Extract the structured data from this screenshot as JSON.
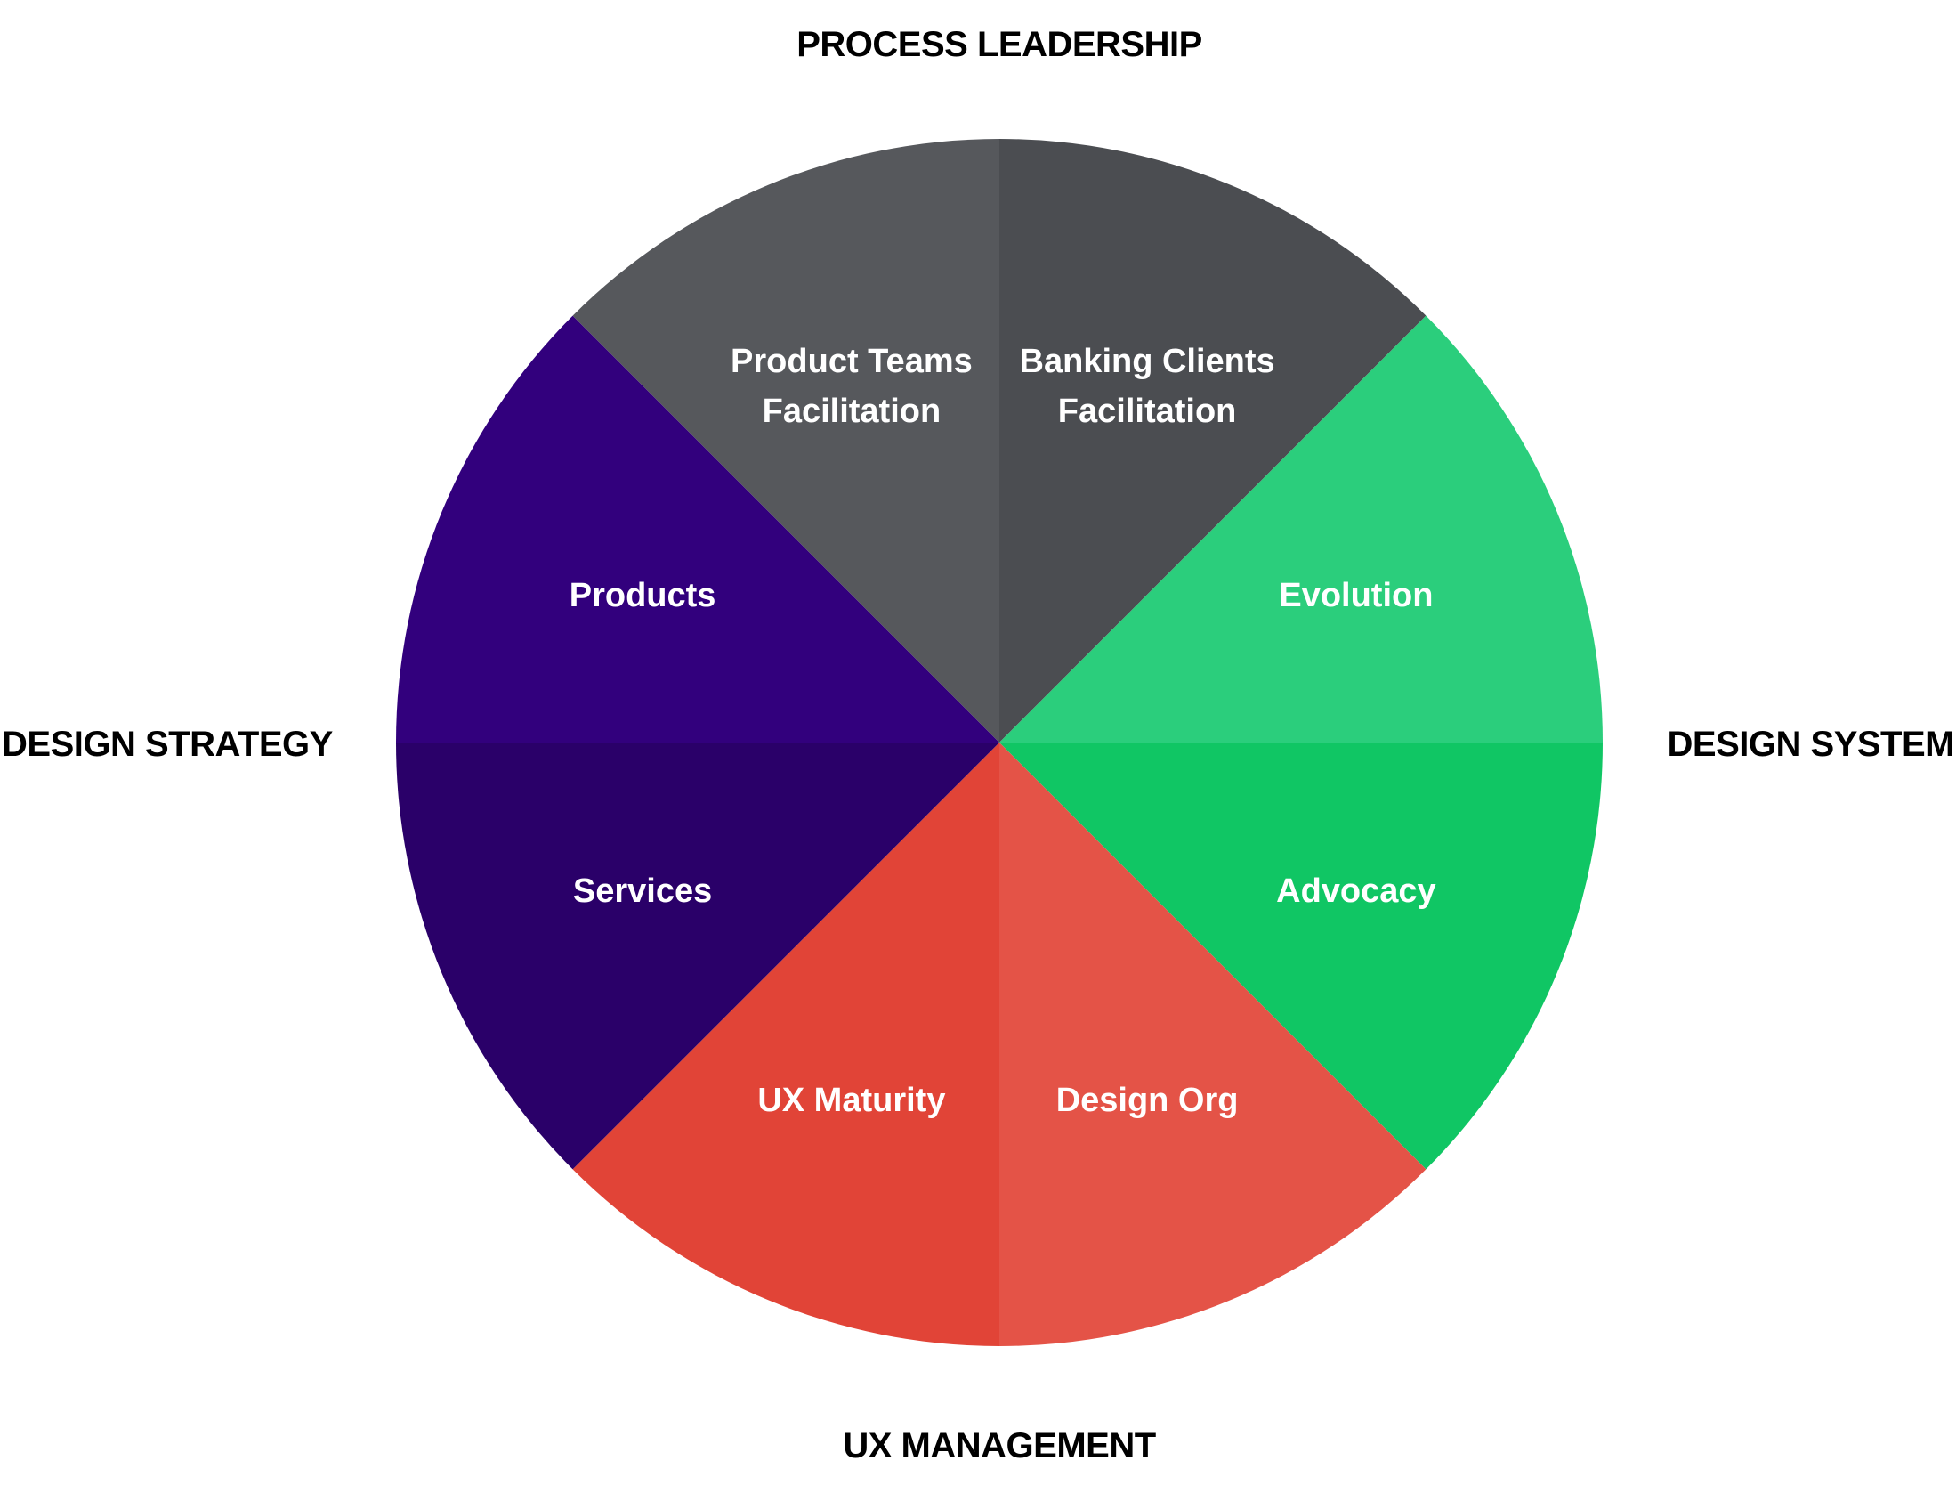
{
  "wheel": {
    "areas": [
      {
        "id": "process-leadership",
        "label": "PROCESS LEADERSHIP"
      },
      {
        "id": "design-system",
        "label": "DESIGN SYSTEM"
      },
      {
        "id": "ux-management",
        "label": "UX MANAGEMENT"
      },
      {
        "id": "design-strategy",
        "label": "DESIGN STRATEGY"
      }
    ],
    "segments": [
      {
        "area": "process-leadership",
        "lines": [
          "Banking Clients",
          "Facilitation"
        ],
        "color": "#4b4d51"
      },
      {
        "area": "design-system",
        "lines": [
          "Evolution"
        ],
        "color": "#2bce7c"
      },
      {
        "area": "design-system",
        "lines": [
          "Advocacy"
        ],
        "color": "#10c664"
      },
      {
        "area": "ux-management",
        "lines": [
          "Design Org"
        ],
        "color": "#e45347"
      },
      {
        "area": "ux-management",
        "lines": [
          "UX Maturity"
        ],
        "color": "#e14437"
      },
      {
        "area": "design-strategy",
        "lines": [
          "Services"
        ],
        "color": "#2a0069"
      },
      {
        "area": "design-strategy",
        "lines": [
          "Products"
        ],
        "color": "#32007d"
      },
      {
        "area": "process-leadership",
        "lines": [
          "Product Teams",
          "Facilitation"
        ],
        "color": "#56585c"
      }
    ]
  }
}
